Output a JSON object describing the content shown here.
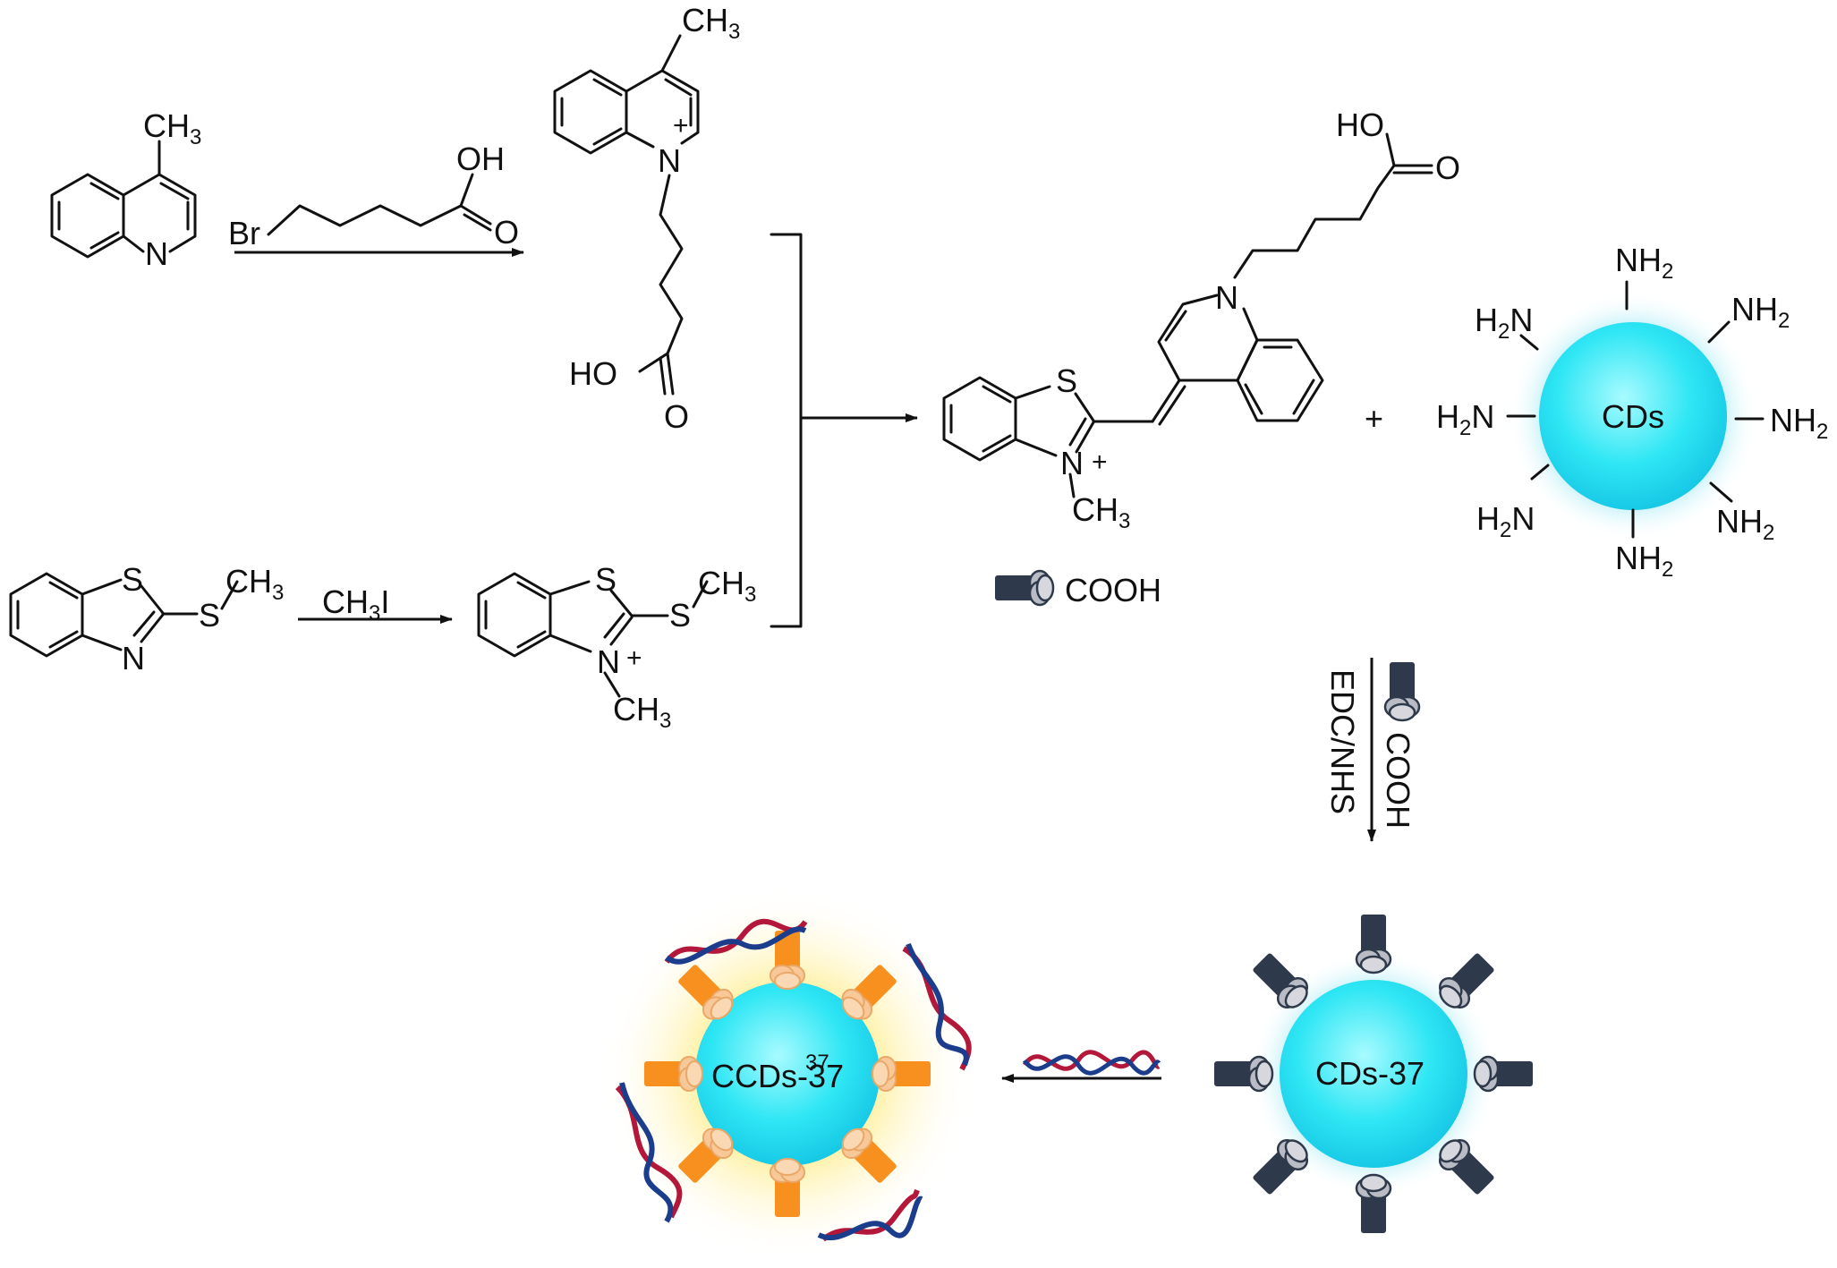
{
  "scheme": {
    "reagents": {
      "bromo_acid": {
        "br": "Br",
        "oh": "OH",
        "o": "O"
      },
      "methyl_iodide": {
        "text": "CH3I",
        "main": "CH",
        "sub": "3",
        "tail": "I"
      },
      "coupling": {
        "line": "EDC/NHS"
      }
    },
    "atoms": {
      "n": "N",
      "s": "S",
      "o": "O",
      "ho": "HO",
      "oh": "OH",
      "plus": "+",
      "ch": "CH",
      "three": "3",
      "two": "2",
      "nh": "NH",
      "h": "H",
      "nh_tail": "N"
    },
    "reaction_plus": "+",
    "dye_tag": "COOH",
    "nanoparticles": {
      "cds": "CDs",
      "cds37": "CDs-37",
      "ccds37": "CCDs-37",
      "superscript": "37"
    }
  },
  "colors": {
    "sphere_core": "#22e6f2",
    "sphere_glow": "#9fe9f5",
    "yellow_glow": "#fff3a6",
    "dye_dark": "#2e3a4c",
    "dye_light": "#b9bcc4",
    "dye_orange": "#f7901e",
    "dye_peach": "#f8c898",
    "dna_red": "#b3183a",
    "dna_blue": "#1c3c8c"
  }
}
